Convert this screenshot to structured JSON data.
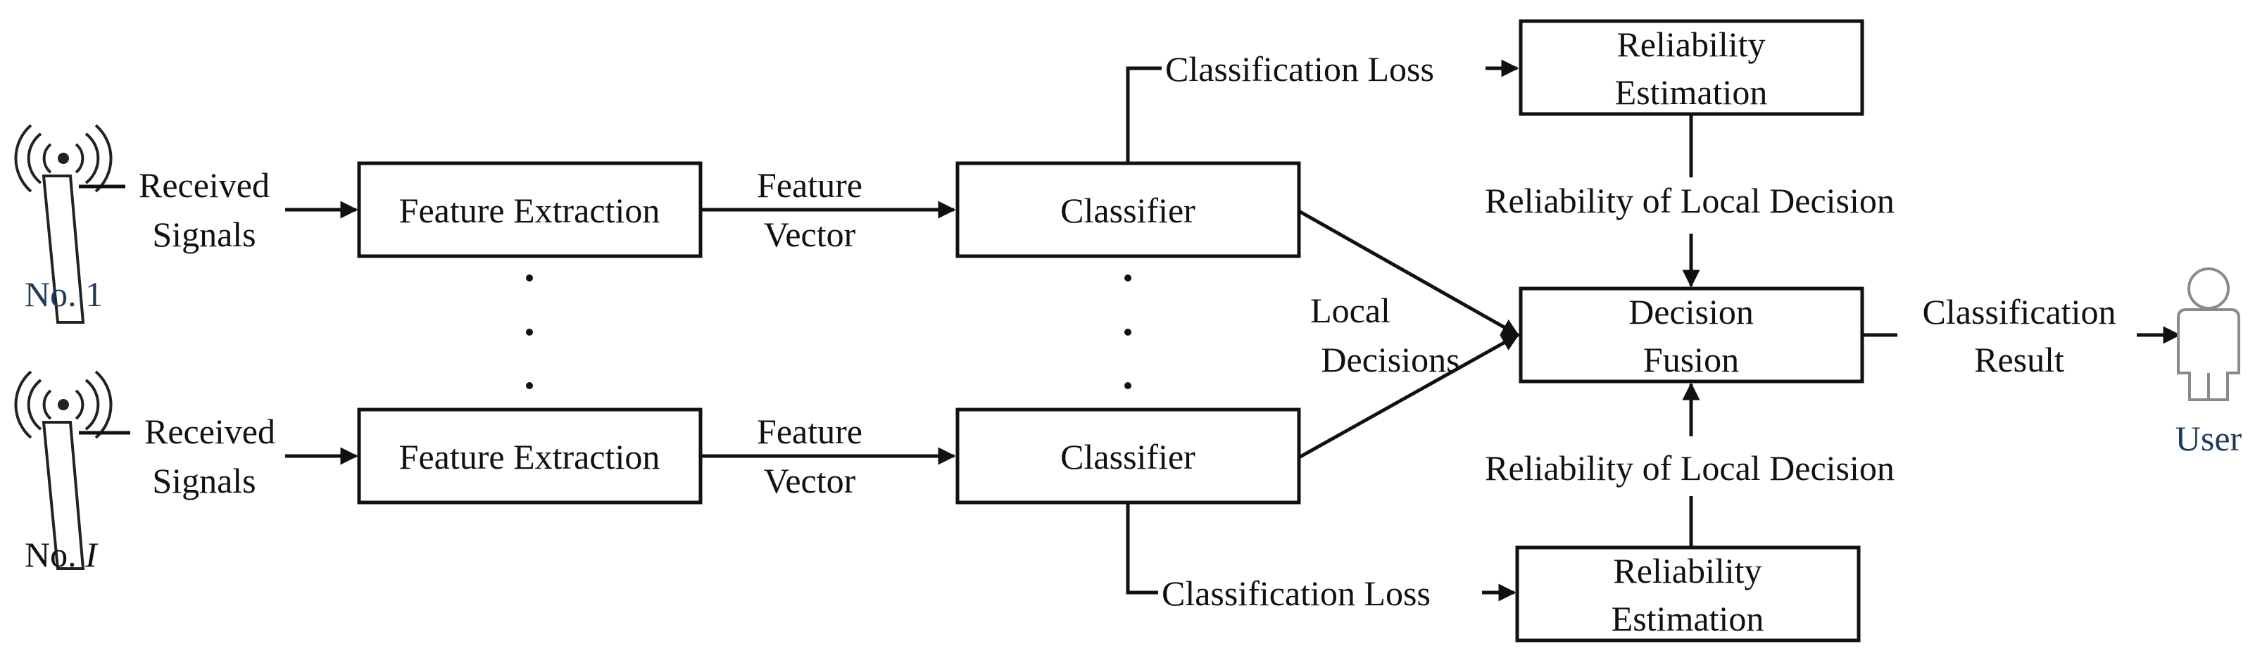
{
  "receivers": [
    {
      "label_prefix": "No. ",
      "label_index": "1",
      "signal_label_line1": "Received",
      "signal_label_line2": "Signals"
    },
    {
      "label_prefix": "No. ",
      "label_index": "I",
      "signal_label_line1": "Received",
      "signal_label_line2": "Signals"
    }
  ],
  "feature_extraction_label": "Feature Extraction",
  "feature_vector_line1": "Feature",
  "feature_vector_line2": "Vector",
  "classifier_label": "Classifier",
  "classification_loss_label": "Classification Loss",
  "reliability_estimation_line1": "Reliability",
  "reliability_estimation_line2": "Estimation",
  "reliability_of_local_decision_label": "Reliability of Local Decision",
  "local_decisions_line1": "Local",
  "local_decisions_line2": "Decisions",
  "decision_fusion_line1": "Decision",
  "decision_fusion_line2": "Fusion",
  "classification_result_line1": "Classification",
  "classification_result_line2": "Result",
  "user_label": "User",
  "colors": {
    "lines": "#111111",
    "node_label": "#1f3a5c",
    "user_icon": "#8a8a8a"
  }
}
